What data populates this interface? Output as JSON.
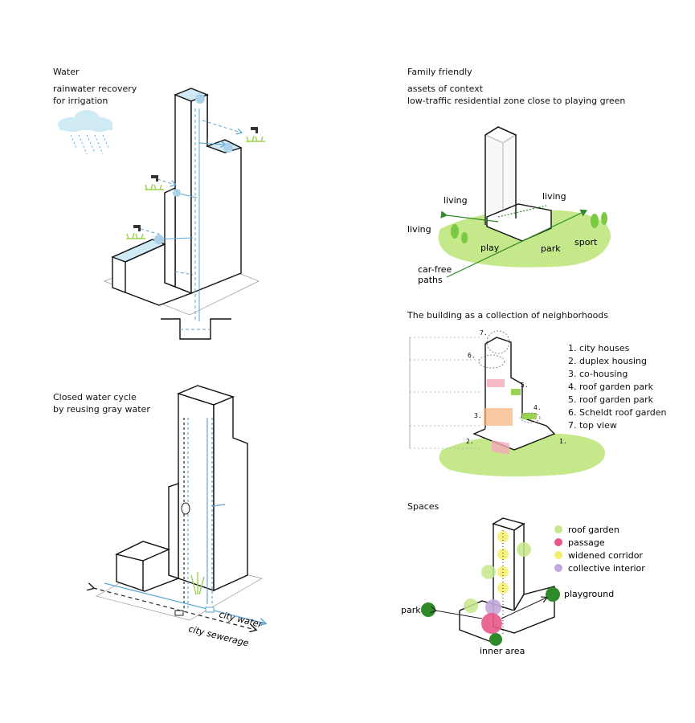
{
  "panels": {
    "water": {
      "title": "Water",
      "subtitle_lines": [
        "rainwater recovery",
        "for irrigation"
      ]
    },
    "closed_cycle": {
      "title_lines": [
        "Closed water cycle",
        "by reusing gray water"
      ],
      "city_water": "city water",
      "city_sewerage": "city sewerage"
    },
    "family": {
      "title": "Family friendly",
      "subtitle_lines": [
        "assets of context",
        "low-traffic residential zone close to playing green"
      ],
      "labels": {
        "living_top": "living",
        "living_right": "living",
        "living_left": "living",
        "play": "play",
        "park": "park",
        "sport": "sport",
        "car_free": [
          "car-free",
          "paths"
        ]
      }
    },
    "neighborhoods": {
      "title": "The building as a collection of neighborhoods",
      "list": [
        "1. city houses",
        "2. duplex housing",
        "3. co-housing",
        "4. roof garden park",
        "5. roof garden park",
        "6. Scheldt roof garden",
        "7. top view"
      ],
      "markers": [
        "7.",
        "6.",
        "5.",
        "4.",
        "3.",
        "2.",
        "1."
      ]
    },
    "spaces": {
      "title": "Spaces",
      "legend": [
        {
          "label": "roof garden",
          "color": "#c5e88a"
        },
        {
          "label": "passage",
          "color": "#e8588a"
        },
        {
          "label": "widened corridor",
          "color": "#f4ef6a"
        },
        {
          "label": "collective interior",
          "color": "#c3a8dc"
        }
      ],
      "labels": {
        "park": "park",
        "playground": "playground",
        "inner_area": "inner area"
      }
    }
  },
  "colors": {
    "water_blue": "#5aa6d6",
    "green": "#9dd151",
    "dark_green": "#2f8a2a",
    "pink": "#e8588a",
    "light_blue": "#cfe9f5"
  }
}
